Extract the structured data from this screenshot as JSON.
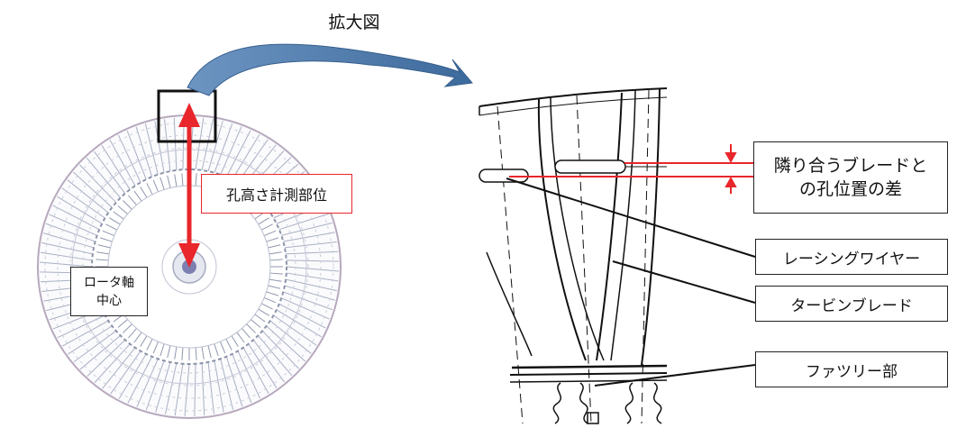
{
  "title": "拡大図",
  "labels": {
    "hole_height": "孔高さ計測部位",
    "rotor_axis_line1": "ロータ軸",
    "rotor_axis_line2": "中心",
    "position_diff_line1": "隣り合うブレードと",
    "position_diff_line2": "の孔位置の差",
    "lacing_wire": "レーシングワイヤー",
    "turbine_blade": "タービンブレード",
    "fir_tree": "ファツリー部"
  },
  "colors": {
    "accent_red": "#e8262b",
    "curved_arrow_blue": "#4a78a8",
    "wheel_gray": "#9aa3b5",
    "line": "#111111"
  }
}
